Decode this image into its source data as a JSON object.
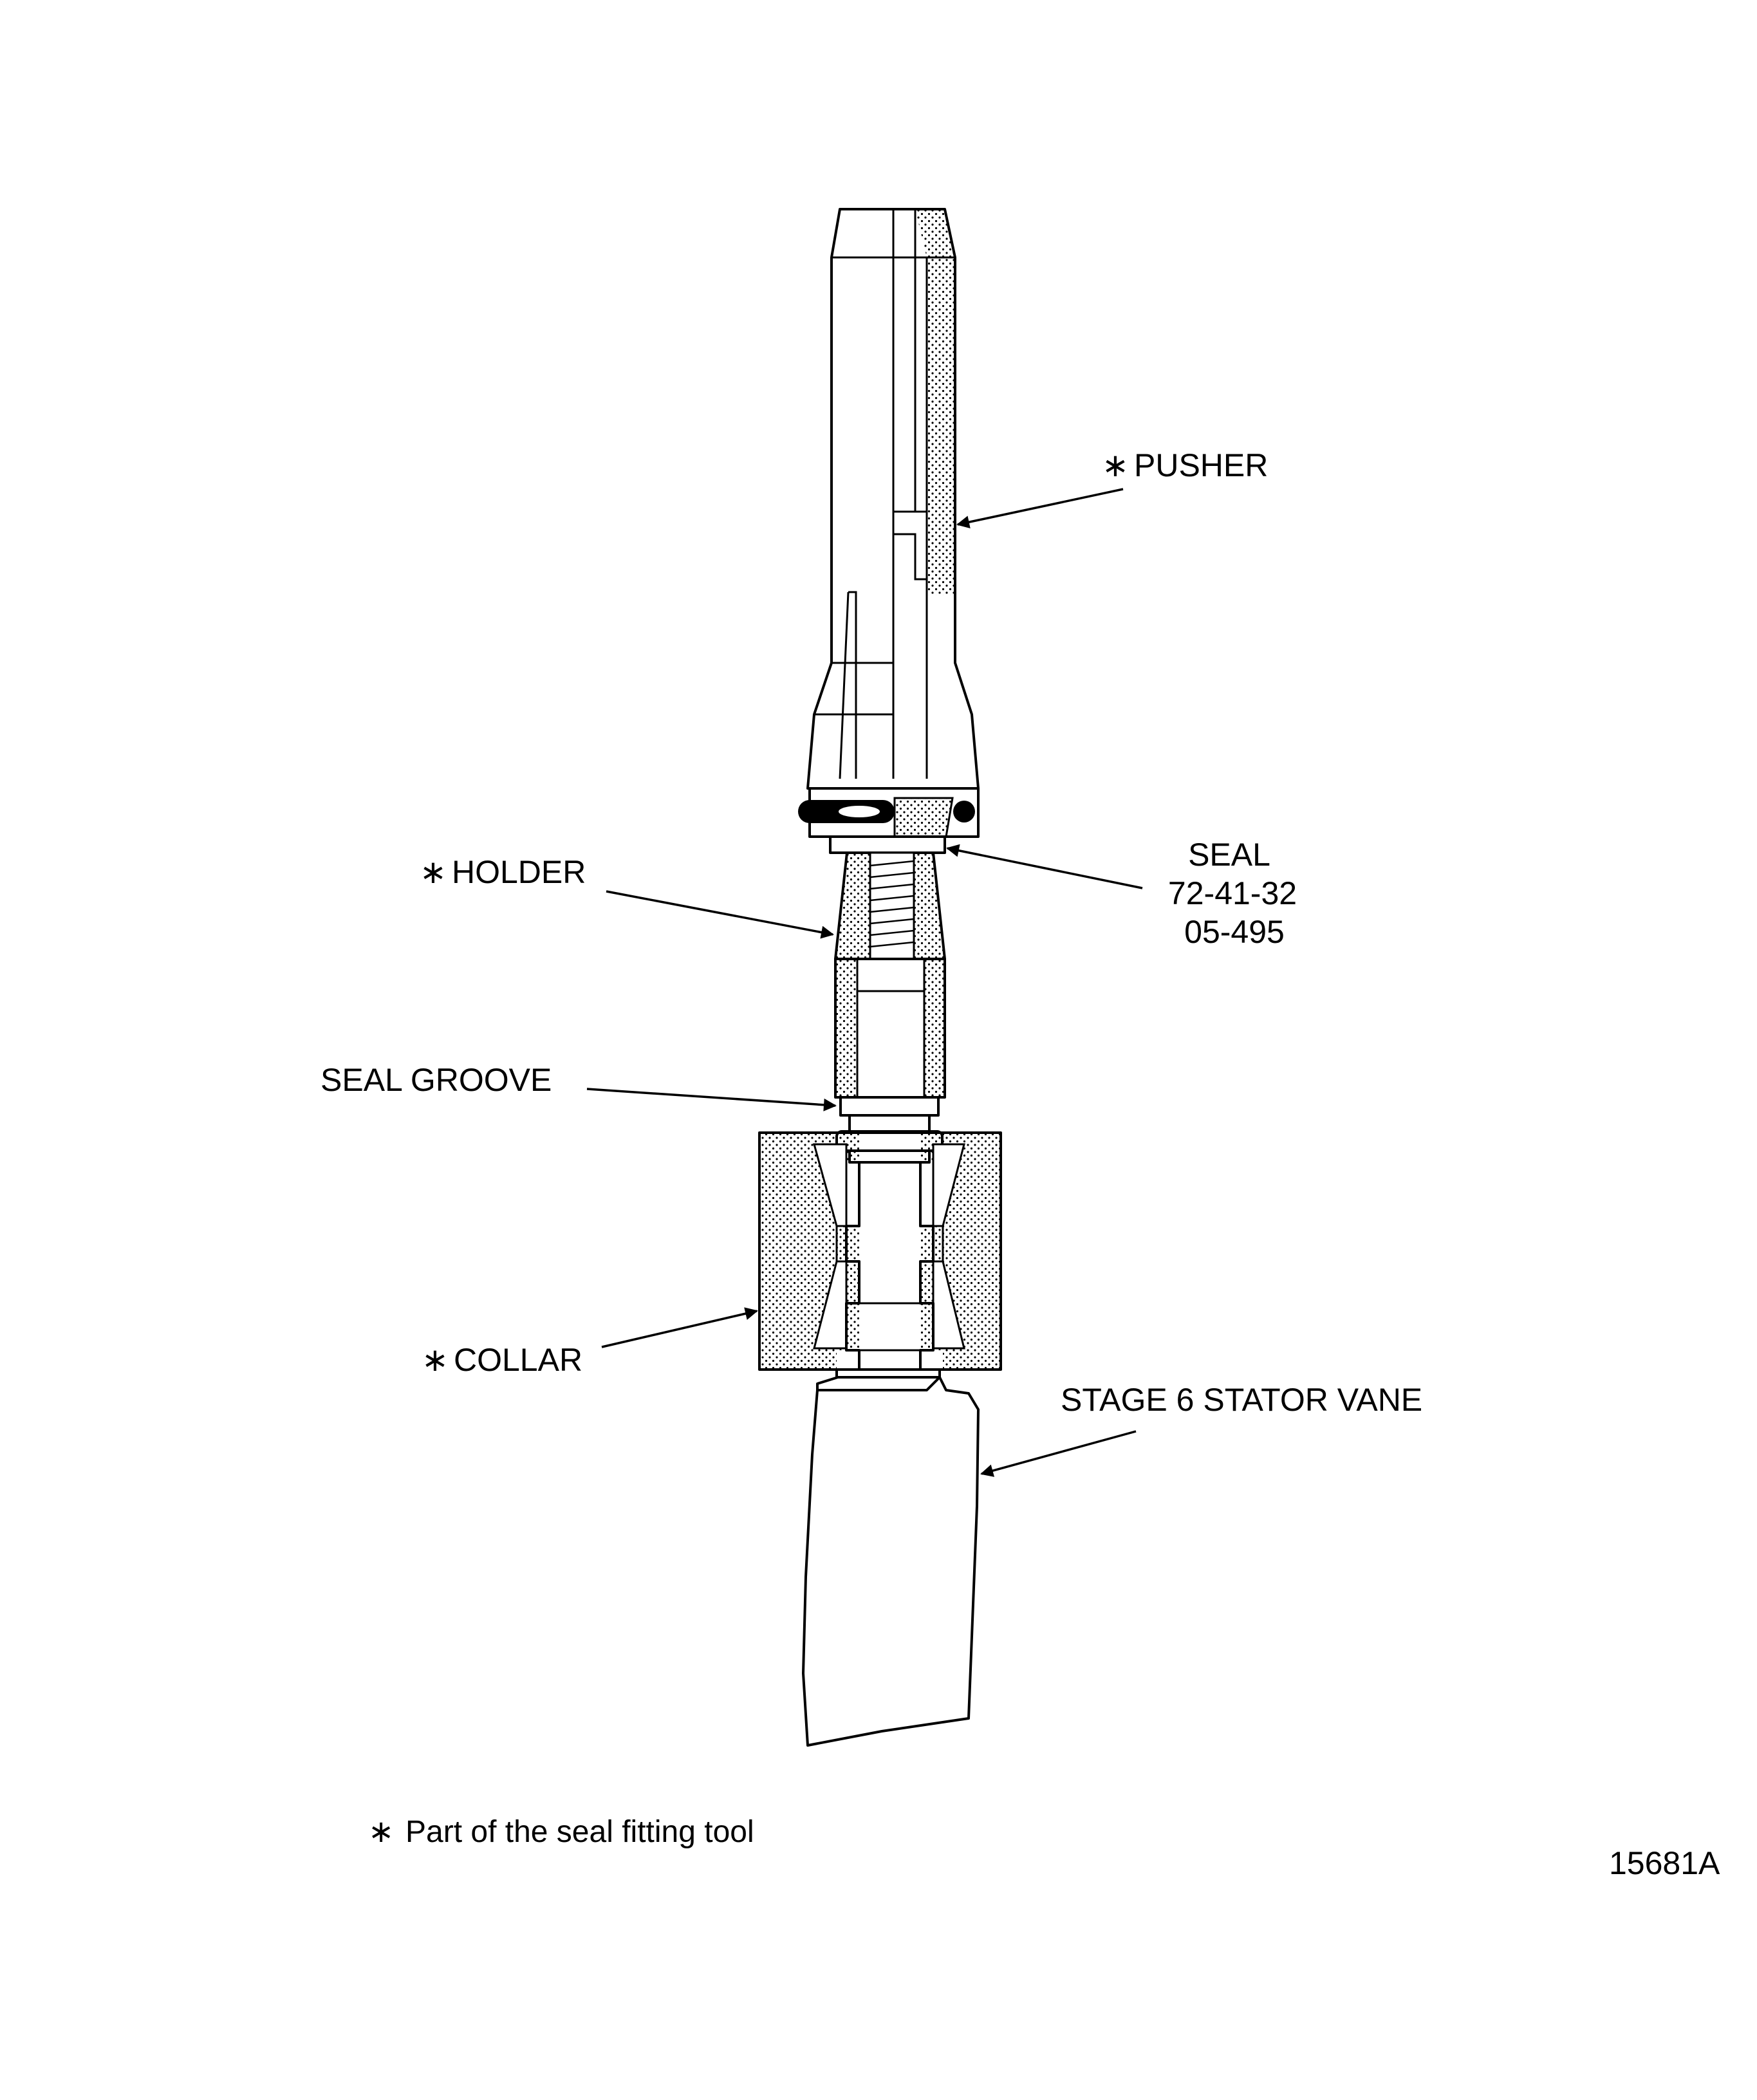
{
  "labels": {
    "pusher": "PUSHER",
    "holder": "HOLDER",
    "seal_line1": "SEAL",
    "seal_line2": "72-41-32",
    "seal_line3": "05-495",
    "seal_groove": "SEAL GROOVE",
    "collar": "COLLAR",
    "stator_vane": "STAGE 6 STATOR VANE"
  },
  "footnote": {
    "marker": "∗",
    "text": "Part of the seal fitting tool"
  },
  "figure_number": "15681A"
}
